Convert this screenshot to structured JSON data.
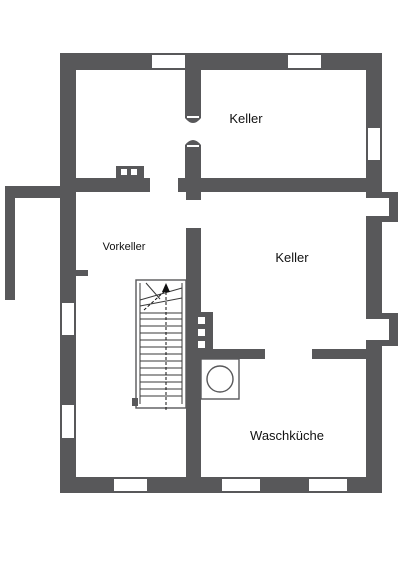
{
  "floor_plan": {
    "rooms": [
      {
        "id": "keller-top",
        "label": "Keller"
      },
      {
        "id": "vorkeller",
        "label": "Vorkeller"
      },
      {
        "id": "keller-main",
        "label": "Keller"
      },
      {
        "id": "waschkueche",
        "label": "Waschküche"
      }
    ],
    "colors": {
      "wall": "#58585a",
      "background": "#ffffff",
      "text": "#111111"
    },
    "icons": [
      "staircase-icon",
      "washing-machine-icon",
      "chimney-icon",
      "stair-direction-arrow-icon"
    ]
  }
}
